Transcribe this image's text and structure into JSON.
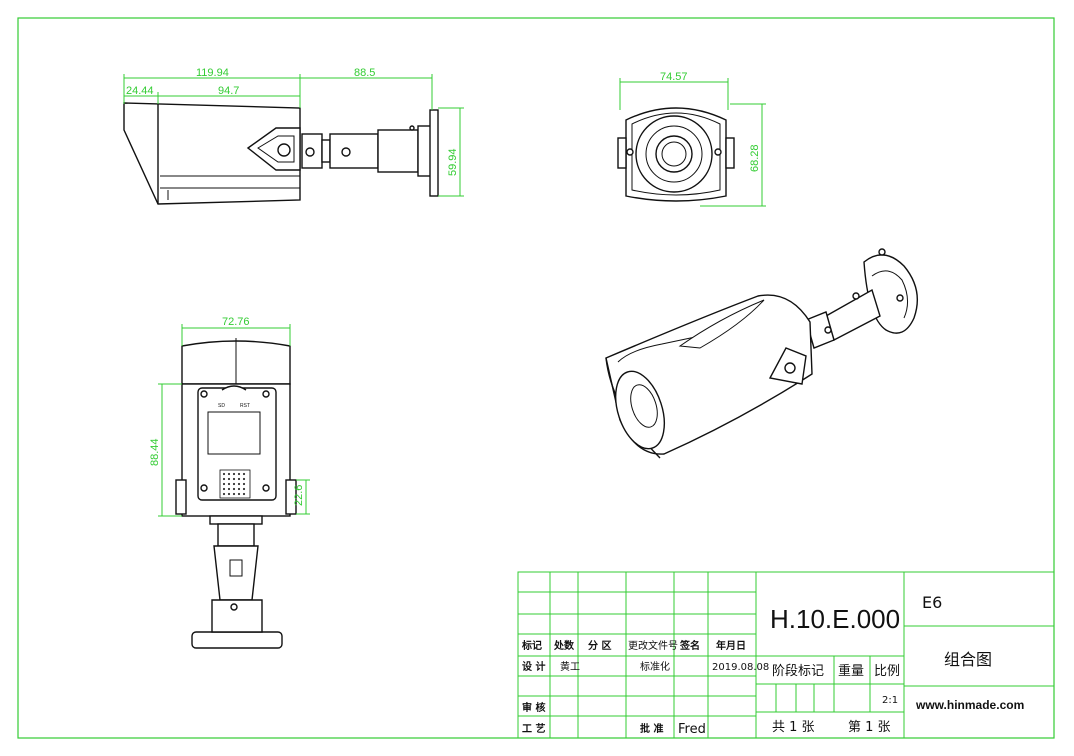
{
  "dimensions": {
    "side_total_length": "119.94",
    "side_front_segment": "24.44",
    "side_body_length": "94.7",
    "side_mount_length": "88.5",
    "side_mount_height": "59.94",
    "front_width": "74.57",
    "front_height": "68.28",
    "back_width": "72.76",
    "back_panel_height": "88.44",
    "back_bracket_height": "22.6"
  },
  "back_panel_labels": {
    "sd": "SD",
    "rst": "RST"
  },
  "title_block": {
    "headers": {
      "mark": "标记",
      "count": "处数",
      "zone": "分 区",
      "change_doc": "更改文件号",
      "signature": "签名",
      "date": "年月日"
    },
    "rows": {
      "design_label": "设 计",
      "designer": "黄工",
      "standard_label": "标准化",
      "design_date": "2019.08.08",
      "review_label": "审 核",
      "process_label": "工 艺",
      "approve_label": "批 准",
      "approver": "Fred"
    },
    "drawing_number": "H.10.E.000",
    "stage_label": "阶段标记",
    "weight_label": "重量",
    "scale_label": "比例",
    "scale_value": "2:1",
    "total_sheets": "共 1 张",
    "sheet_number": "第 1 张",
    "code": "E6",
    "drawing_title": "组合图",
    "website": "www.hinmade.com"
  }
}
